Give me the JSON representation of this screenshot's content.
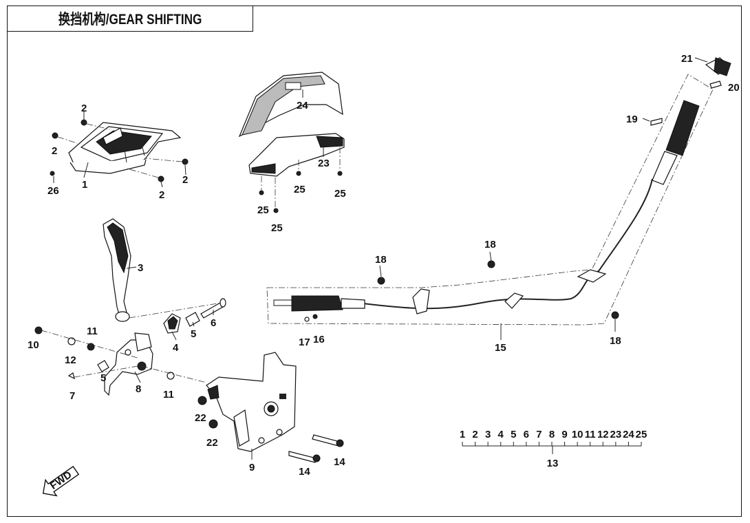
{
  "title": "换挡机构/GEAR SHIFTING",
  "fwd_label": "FWD",
  "callouts": [
    {
      "id": "c-2a",
      "text": "2"
    },
    {
      "id": "c-2b",
      "text": "2"
    },
    {
      "id": "c-2c",
      "text": "2"
    },
    {
      "id": "c-2d",
      "text": "2"
    },
    {
      "id": "c-26",
      "text": "26"
    },
    {
      "id": "c-1",
      "text": "1"
    },
    {
      "id": "c-24",
      "text": "24"
    },
    {
      "id": "c-23",
      "text": "23"
    },
    {
      "id": "c-25a",
      "text": "25"
    },
    {
      "id": "c-25b",
      "text": "25"
    },
    {
      "id": "c-25c",
      "text": "25"
    },
    {
      "id": "c-25d",
      "text": "25"
    },
    {
      "id": "c-3",
      "text": "3"
    },
    {
      "id": "c-4",
      "text": "4"
    },
    {
      "id": "c-5a",
      "text": "5"
    },
    {
      "id": "c-5b",
      "text": "5"
    },
    {
      "id": "c-6",
      "text": "6"
    },
    {
      "id": "c-7",
      "text": "7"
    },
    {
      "id": "c-8",
      "text": "8"
    },
    {
      "id": "c-10",
      "text": "10"
    },
    {
      "id": "c-11a",
      "text": "11"
    },
    {
      "id": "c-11b",
      "text": "11"
    },
    {
      "id": "c-12",
      "text": "12"
    },
    {
      "id": "c-9",
      "text": "9"
    },
    {
      "id": "c-22a",
      "text": "22"
    },
    {
      "id": "c-22b",
      "text": "22"
    },
    {
      "id": "c-14a",
      "text": "14"
    },
    {
      "id": "c-14b",
      "text": "14"
    },
    {
      "id": "c-15",
      "text": "15"
    },
    {
      "id": "c-16",
      "text": "16"
    },
    {
      "id": "c-17",
      "text": "17"
    },
    {
      "id": "c-18a",
      "text": "18"
    },
    {
      "id": "c-18b",
      "text": "18"
    },
    {
      "id": "c-18c",
      "text": "18"
    },
    {
      "id": "c-19",
      "text": "19"
    },
    {
      "id": "c-20",
      "text": "20"
    },
    {
      "id": "c-21",
      "text": "21"
    }
  ],
  "kit": {
    "items": [
      "1",
      "2",
      "3",
      "4",
      "5",
      "6",
      "7",
      "8",
      "9",
      "10",
      "11",
      "12",
      "23",
      "24",
      "25"
    ],
    "label": "13"
  }
}
